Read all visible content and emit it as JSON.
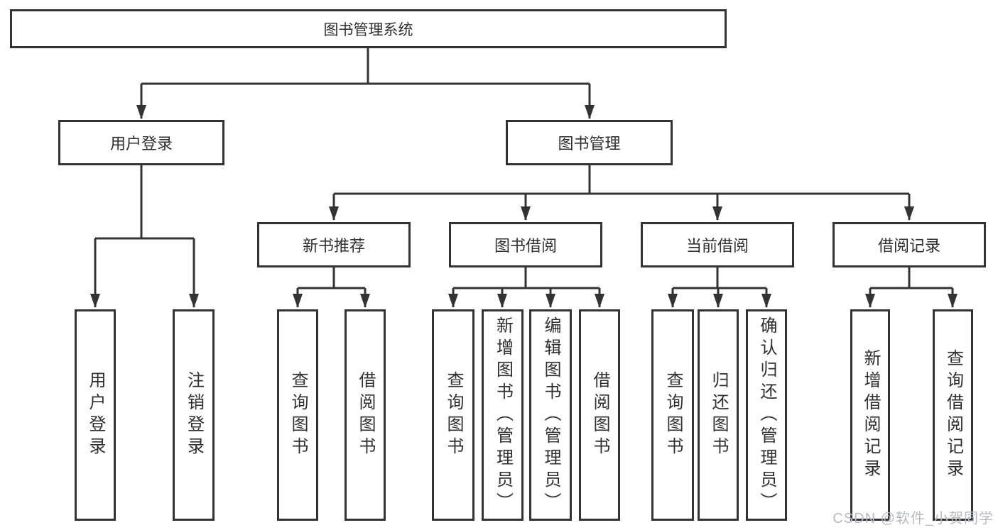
{
  "diagram": {
    "title": "图书管理系统",
    "type": "hierarchy-tree",
    "colors": {
      "line": "#333333",
      "border": "#333333",
      "text": "#2f2f2f",
      "background": "#ffffff",
      "watermark_text_color": "#b7bbc1"
    },
    "nodes": {
      "root": {
        "label": "图书管理系统"
      },
      "level1": [
        {
          "label": "用户登录"
        },
        {
          "label": "图书管理"
        }
      ],
      "level2": [
        {
          "label": "新书推荐"
        },
        {
          "label": "图书借阅"
        },
        {
          "label": "当前借阅"
        },
        {
          "label": "借阅记录"
        }
      ],
      "leaves": {
        "user_login": [
          "用户登录",
          "注销登录"
        ],
        "new_books": [
          "查询图书",
          "借阅图书"
        ],
        "book_borrow": [
          "查询图书",
          "新增图书（管理员）",
          "编辑图书（管理员）",
          "借阅图书"
        ],
        "current_borrow": [
          "查询图书",
          "归还图书",
          "确认归还（管理员）"
        ],
        "borrow_records": [
          "新增借阅记录",
          "查询借阅记录"
        ]
      }
    },
    "watermark": "CSDN @软件_小贺同学"
  }
}
